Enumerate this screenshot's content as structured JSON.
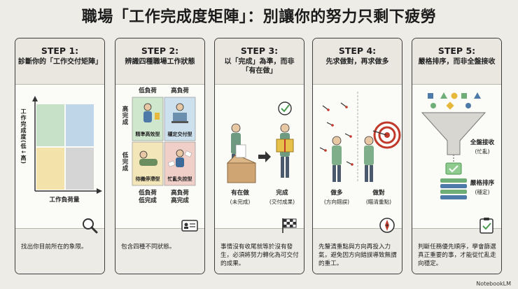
{
  "title": "職場「工作完成度矩陣」：別讓你的努力只剩下疲勞",
  "brand": "NotebookLM",
  "steps": [
    {
      "step": "STEP 1:",
      "subtitle": "診斷你的「工作交付矩陣」",
      "y_axis_label": "工作完成度(低↓高)",
      "x_axis_label": "工作負荷量",
      "footer": "找出你目前所在的象限。",
      "footer_icon": "magnifier-icon"
    },
    {
      "step": "STEP 2:",
      "subtitle": "辨識四種職場工作狀態",
      "top_left": "低負荷",
      "top_right": "高負荷",
      "side_top": "高完成",
      "side_bottom": "低完成",
      "quadrants": [
        "精準高效型",
        "穩定交付型",
        "待機停滯型",
        "忙亂失控型"
      ],
      "bottom_left": "低負荷\n低完成",
      "bottom_right": "高負荷\n高完成",
      "footer": "包含四種不同狀態。",
      "footer_icon": "id-card-icon"
    },
    {
      "step": "STEP 3:",
      "subtitle": "以「完成」為準，而非「有在做」",
      "left_label": "有在做",
      "left_sub": "(未完成)",
      "right_label": "完成",
      "right_sub": "(交付成果)",
      "footer": "事情沒有收尾就等於沒有發生，必須將努力轉化為可交付的成果。",
      "footer_icon": "checkered-flag-icon"
    },
    {
      "step": "STEP 4:",
      "subtitle": "先求做對，再求做多",
      "left_label": "做多",
      "left_sub": "(方向錯誤)",
      "right_label": "做對",
      "right_sub": "(瞄清重點)",
      "footer": "先釐清重點與方向再投入力氣，避免因方向錯誤導致無謂的重工。",
      "footer_icon": "compass-icon"
    },
    {
      "step": "STEP 5:",
      "subtitle": "嚴格排序，而非全盤接收",
      "label_top": "全盤接收",
      "label_top_sub": "(忙亂)",
      "label_bottom": "嚴格排序",
      "label_bottom_sub": "(穩定)",
      "footer": "判斷任務優先順序，學會篩選真正重要的事，才能從忙亂走向穩定。",
      "footer_icon": "clipboard-check-icon"
    }
  ]
}
